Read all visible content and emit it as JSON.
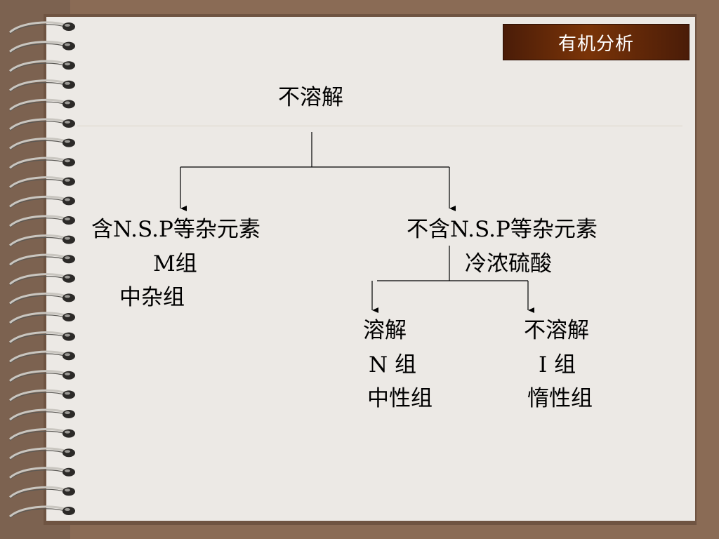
{
  "header": {
    "title": "有机分析"
  },
  "tree": {
    "root": "不溶解",
    "left": {
      "line1": "含N.S.P等杂元素",
      "line2": "M组",
      "line3": "中杂组"
    },
    "right": {
      "line1": "不含N.S.P等杂元素",
      "line2": "冷浓硫酸",
      "children": [
        {
          "line1": "溶解",
          "line2": "N 组",
          "line3": "中性组"
        },
        {
          "line1": "不溶解",
          "line2": "I 组",
          "line3": "惰性组"
        }
      ]
    }
  },
  "colors": {
    "background": "#8a6b55",
    "paper": "#ece9e5",
    "title_box": "#6a2c08",
    "title_text": "#ffffff",
    "lines": "#000000"
  },
  "icons": {
    "binding": "spiral-binding-icon"
  }
}
